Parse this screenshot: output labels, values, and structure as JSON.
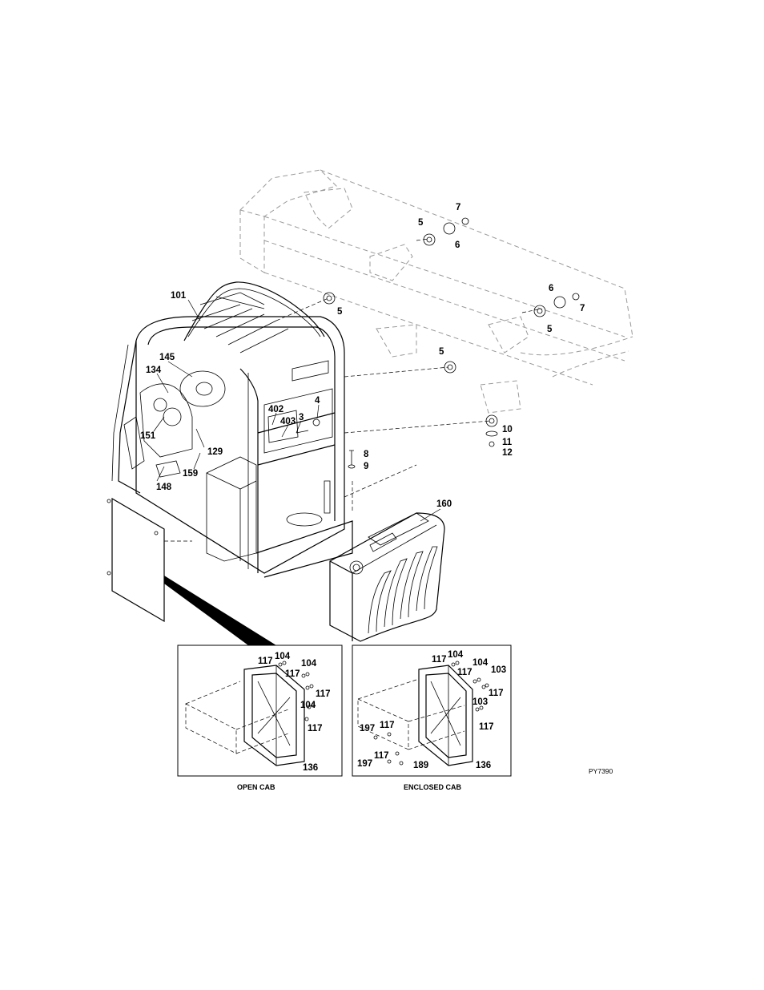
{
  "figure_code": "PY7390",
  "callouts": {
    "c101": "101",
    "c145": "145",
    "c134": "134",
    "c151": "151",
    "c148": "148",
    "c159": "159",
    "c129": "129",
    "c402": "402",
    "c403": "403",
    "c3": "3",
    "c4": "4",
    "c8": "8",
    "c9": "9",
    "c160": "160",
    "c5a": "5",
    "c6a": "6",
    "c7a": "7",
    "c5b": "5",
    "c6b": "6",
    "c7b": "7",
    "c5c": "5",
    "c5d": "5",
    "c10": "10",
    "c11": "11",
    "c12": "12"
  },
  "insets": [
    {
      "caption": "OPEN CAB",
      "callouts": [
        "117",
        "104",
        "117",
        "104",
        "117",
        "104",
        "117",
        "136"
      ]
    },
    {
      "caption": "ENCLOSED CAB",
      "callouts": [
        "117",
        "104",
        "117",
        "104",
        "103",
        "117",
        "103",
        "117",
        "197",
        "117",
        "117",
        "189",
        "197",
        "136"
      ]
    }
  ]
}
